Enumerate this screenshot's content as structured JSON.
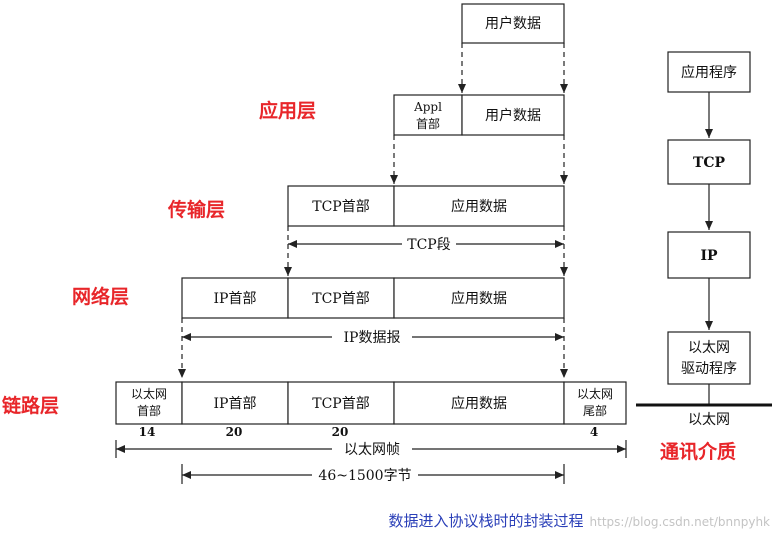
{
  "layers": {
    "application": "应用层",
    "transport": "传输层",
    "network": "网络层",
    "link": "链路层"
  },
  "top_data": "用户数据",
  "app_row": {
    "header_line1": "Appl",
    "header_line2": "首部",
    "data": "用户数据"
  },
  "transport_row": {
    "header": "TCP首部",
    "data": "应用数据",
    "span_label": "TCP段"
  },
  "network_row": {
    "ip_header": "IP首部",
    "tcp_header": "TCP首部",
    "data": "应用数据",
    "span_label": "IP数据报"
  },
  "link_row": {
    "eth_header_line1": "以太网",
    "eth_header_line2": "首部",
    "ip_header": "IP首部",
    "tcp_header": "TCP首部",
    "data": "应用数据",
    "eth_trailer_line1": "以太网",
    "eth_trailer_line2": "尾部",
    "sizes": {
      "eth_header": "14",
      "ip_header": "20",
      "tcp_header": "20",
      "eth_trailer": "4"
    },
    "frame_label": "以太网帧",
    "payload_label": "46~1500字节"
  },
  "stack": {
    "application": "应用程序",
    "tcp": "TCP",
    "ip": "IP",
    "driver_line1": "以太网",
    "driver_line2": "驱动程序",
    "medium": "以太网",
    "medium_label": "通讯介质"
  },
  "caption": "数据进入协议栈时的封装过程",
  "watermark": "https://blog.csdn.net/bnnpyhk"
}
